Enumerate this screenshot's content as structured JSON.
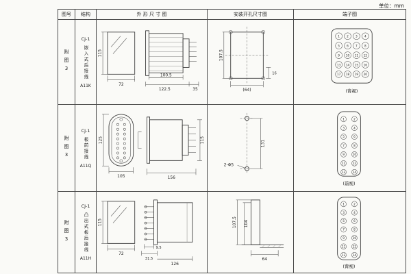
{
  "page": {
    "unit_label": "单位：mm"
  },
  "table": {
    "headers": {
      "figure": "图号",
      "structure": "结构",
      "outline": "外 形 尺 寸 图",
      "install": "安装开孔尺寸图",
      "terminal": "端子图"
    },
    "rows": [
      {
        "figure": "附图3",
        "model": "CJ-1",
        "structure": "嵌入式后接线",
        "code": "A11K",
        "outline_dims": {
          "height": "115",
          "width": "72",
          "body_depth": "100.5",
          "total_depth": "122.5",
          "terminal_depth": "35"
        },
        "install_dims": {
          "height": "107.5",
          "offset": "16",
          "width": "(64)"
        },
        "terminal_label": "(背视)",
        "terminals": [
          "1",
          "2",
          "3",
          "4",
          "5",
          "6",
          "7",
          "8",
          "9",
          "10",
          "11",
          "12",
          "13",
          "14",
          "15",
          "16",
          "17",
          "18",
          "19",
          "20"
        ]
      },
      {
        "figure": "附图3",
        "model": "CJ-1",
        "structure": "板前接线",
        "code": "A11Q",
        "outline_dims": {
          "height": "125",
          "width": "105",
          "total_depth": "156",
          "side_height": "115"
        },
        "install_dims": {
          "hole_spacing": "131",
          "holes": "2-Φ5"
        },
        "terminal_label": "(前视)",
        "terminals": [
          "1",
          "2",
          "3",
          "4",
          "5",
          "6",
          "7",
          "8",
          "9",
          "10",
          "11",
          "12",
          "13",
          "14"
        ]
      },
      {
        "figure": "附图3",
        "model": "CJ-1",
        "structure": "凸出式板后接线",
        "code": "A11H",
        "outline_dims": {
          "height": "115",
          "width": "72",
          "stud_depth": "9.5",
          "front_depth": "31.5",
          "body_depth": "126"
        },
        "install_dims": {
          "height": "107.5",
          "inner_height": "104",
          "width": "64"
        },
        "terminal_label": "(背视)",
        "terminals": [
          "1",
          "2",
          "3",
          "4",
          "5",
          "6",
          "7",
          "8",
          "9",
          "10",
          "11",
          "12",
          "13",
          "14"
        ]
      }
    ]
  }
}
